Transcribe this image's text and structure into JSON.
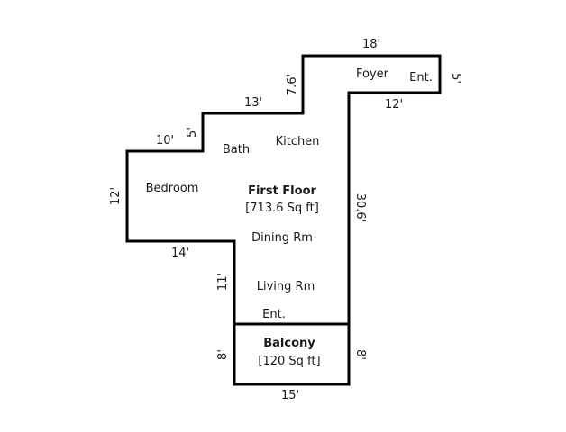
{
  "rooms": {
    "first_floor": {
      "name": "First Floor",
      "area": "[713.6 Sq ft]",
      "labels": {
        "foyer": "Foyer",
        "entrance_top": "Ent.",
        "kitchen": "Kitchen",
        "bath": "Bath",
        "bedroom": "Bedroom",
        "dining": "Dining Rm",
        "living": "Living Rm",
        "entrance_bottom": "Ent."
      }
    },
    "balcony": {
      "name": "Balcony",
      "area": "[120 Sq ft]"
    }
  },
  "dimensions": {
    "top_18": "18'",
    "right_5": "5'",
    "step_12": "12'",
    "upper_7_6": "7.6'",
    "upper_13": "13'",
    "bath_5": "5'",
    "bedroom_10": "10'",
    "bedroom_12": "12'",
    "bottom_14": "14'",
    "living_11": "11'",
    "right_30_6": "30.6'",
    "balcony_8_left": "8'",
    "balcony_8_right": "8'",
    "balcony_15": "15'"
  },
  "colors": {
    "wall": "#000000",
    "text": "#1a1a1a",
    "background": "#ffffff"
  }
}
